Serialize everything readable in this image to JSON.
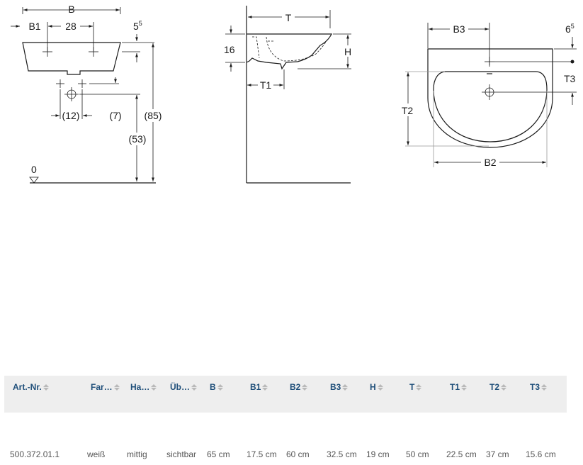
{
  "diagram": {
    "front": {
      "b": "B",
      "b1": "B1",
      "d28": "28",
      "top_base": "5",
      "top_sup": "5",
      "d12": "(12)",
      "d7": "(7)",
      "d53": "(53)",
      "d85": "(85)",
      "floor": "0"
    },
    "side": {
      "t": "T",
      "d16": "16",
      "h": "H",
      "t1": "T1"
    },
    "plan": {
      "b3": "B3",
      "top_base": "6",
      "top_sup": "5",
      "t3": "T3",
      "t2": "T2",
      "b2": "B2"
    }
  },
  "table": {
    "columns": [
      "Art.-Nr.",
      "Far…",
      "Ha…",
      "Üb…",
      "B",
      "B1",
      "B2",
      "B3",
      "H",
      "T",
      "T1",
      "T2",
      "T3"
    ],
    "rows": [
      [
        "500.372.01.1",
        "weiß",
        "mittig",
        "sichtbar",
        "65 cm",
        "17.5 cm",
        "60 cm",
        "32.5 cm",
        "19 cm",
        "50 cm",
        "22.5 cm",
        "37 cm",
        "15.6 cm"
      ]
    ]
  }
}
